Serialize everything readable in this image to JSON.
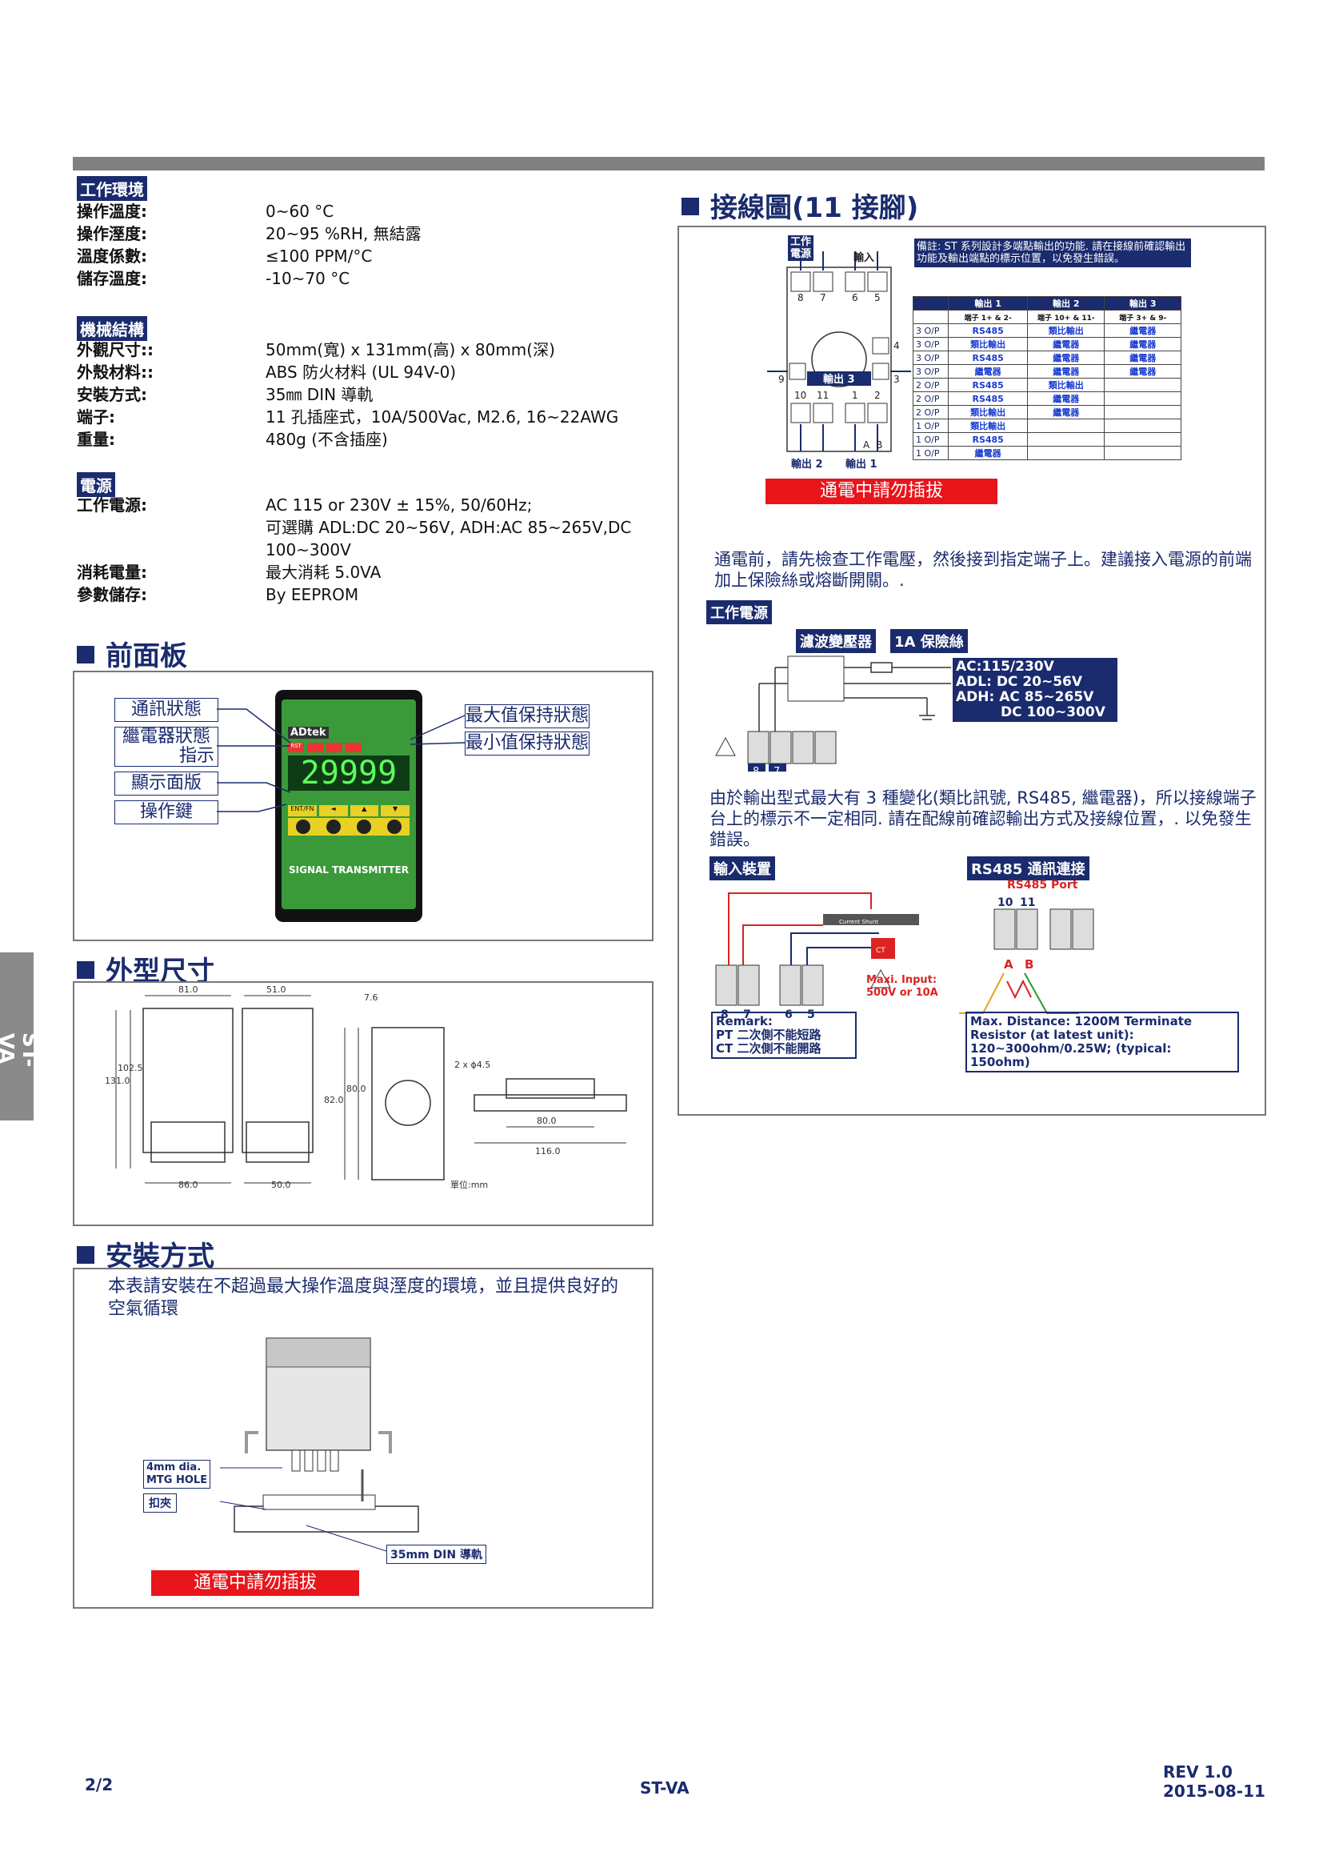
{
  "env": {
    "title": "工作環境",
    "rows": [
      {
        "k": "操作溫度:",
        "v": "0~60 °C"
      },
      {
        "k": "操作溼度:",
        "v": "20~95 %RH, 無結露"
      },
      {
        "k": "溫度係數:",
        "v": "≤100 PPM/°C"
      },
      {
        "k": "儲存溫度:",
        "v": "-10~70 °C"
      }
    ]
  },
  "mech": {
    "title": "機械結構",
    "rows": [
      {
        "k": "外觀尺寸::",
        "v": "50mm(寬) x 131mm(高) x 80mm(深)"
      },
      {
        "k": "外殼材料::",
        "v": "ABS 防火材料 (UL 94V-0)"
      },
      {
        "k": "安裝方式:",
        "v": "35㎜ DIN 導軌"
      },
      {
        "k": "端子:",
        "v": "11 孔插座式，10A/500Vac, M2.6, 16~22AWG"
      },
      {
        "k": "重量:",
        "v": "480g (不含插座)"
      }
    ]
  },
  "power": {
    "title": "電源",
    "rows": [
      {
        "k": "工作電源:",
        "v": "AC 115 or 230V ± 15%, 50/60Hz;"
      },
      {
        "k": "",
        "v": "可選購 ADL:DC 20~56V, ADH:AC 85~265V,DC 100~300V"
      },
      {
        "k": "消耗電量:",
        "v": "最大消耗 5.0VA"
      },
      {
        "k": "參數儲存:",
        "v": "By EEPROM"
      }
    ]
  },
  "front": {
    "title": "前面板",
    "labels_left": [
      "通訊狀態",
      "繼電器狀態",
      "指示",
      "顯示面版",
      "操作鍵"
    ],
    "labels_right": [
      "最大值保持狀態",
      "最小值保持狀態"
    ],
    "brand": "ADtek",
    "display": "29999",
    "keys": [
      "ENT/FN",
      "◄",
      "▲",
      "▼"
    ],
    "leds": [
      "RST",
      "",
      "",
      ""
    ],
    "footer": "SIGNAL TRANSMITTER"
  },
  "dims": {
    "title": "外型尺寸",
    "labels": [
      "81.0",
      "51.0",
      "7.6",
      "102.5",
      "131.0",
      "86.0",
      "50.0",
      "80.0",
      "82.0",
      "2 x ϕ4.5",
      "80.0",
      "116.0",
      "單位:mm"
    ]
  },
  "install": {
    "title": "安裝方式",
    "text": "本表請安裝在不超過最大操作溫度與溼度的環境，並且提供良好的空氣循環",
    "hole": "4mm dia.\nMTG HOLE",
    "hole_l1": "4mm dia.",
    "hole_l2": "MTG HOLE",
    "clip": "扣夾",
    "rail": "35mm DIN 導軌",
    "warning": "通電中請勿插拔"
  },
  "wiring": {
    "title": "接線圖(11 接腳)",
    "note": "備註: ST 系列設計多端點輸出的功能. 請在接線前確認輸出功能及輸出端點的標示位置，以免發生錯誤。",
    "pin_labels": {
      "power": "工作\n電源",
      "power_l1": "工作",
      "power_l2": "電源",
      "input": "輸入",
      "out3": "輸出 3",
      "out2": "輸出 2",
      "out1": "輸出 1",
      "a": "A",
      "b": "B"
    },
    "pins_top": [
      "8",
      "7",
      "6",
      "5"
    ],
    "pins_side": [
      "4",
      "9",
      "3"
    ],
    "pins_bottom": [
      "10",
      "11",
      "1",
      "2"
    ],
    "table": {
      "headers": [
        "",
        "輸出 1",
        "輸出 2",
        "輸出 3"
      ],
      "sub": [
        "",
        "端子 1+ & 2-",
        "端子 10+ & 11-",
        "端子 3+ & 9-"
      ],
      "rows": [
        [
          "3 O/P",
          "RS485",
          "類比輸出",
          "繼電器"
        ],
        [
          "3 O/P",
          "類比輸出",
          "繼電器",
          "繼電器"
        ],
        [
          "3 O/P",
          "RS485",
          "繼電器",
          "繼電器"
        ],
        [
          "3 O/P",
          "繼電器",
          "繼電器",
          "繼電器"
        ],
        [
          "2 O/P",
          "RS485",
          "類比輸出",
          ""
        ],
        [
          "2 O/P",
          "RS485",
          "繼電器",
          ""
        ],
        [
          "2 O/P",
          "類比輸出",
          "繼電器",
          ""
        ],
        [
          "1 O/P",
          "類比輸出",
          "",
          ""
        ],
        [
          "1 O/P",
          "RS485",
          "",
          ""
        ],
        [
          "1 O/P",
          "繼電器",
          "",
          ""
        ]
      ]
    },
    "warning": "通電中請勿插拔",
    "pre_power_text": "通電前，請先檢查工作電壓，然後接到指定端子上。建議接入電源的前端加上保險絲或熔斷開關。.",
    "power_tag": "工作電源",
    "filter_tag": "濾波變壓器",
    "fuse_tag": "1A 保險絲",
    "power_spec": [
      "AC:115/230V",
      "ADL: DC 20~56V",
      "ADH: AC 85~265V",
      "DC 100~300V"
    ],
    "power_pins": [
      "8",
      "7"
    ],
    "output_text": "由於輸出型式最大有 3 種變化(類比訊號, RS485, 繼電器)，所以接線端子台上的標示不一定相同. 請在配線前確認輸出方式及接線位置，. 以免發生錯誤。",
    "input_tag": "輸入裝置",
    "rs485_tag": "RS485 通訊連接",
    "rs485_port": "RS485 Port",
    "rs485_pins": [
      "10",
      "11"
    ],
    "input_pins": [
      "8",
      "7",
      "6",
      "5"
    ],
    "current_shunt": "Current Shunt",
    "ct": "CT",
    "max_input": [
      "Maxi. Input:",
      "500V or 10A"
    ],
    "ab": [
      "A",
      "B"
    ],
    "remark": [
      "Remark:",
      "PT 二次側不能短路",
      "CT 二次側不能開路"
    ],
    "distance": [
      "Max. Distance: 1200M Terminate",
      "Resistor (at latest unit):",
      "120~300ohm/0.25W; (typical: 150ohm)"
    ]
  },
  "side_tab": "ST-VA",
  "footer": {
    "page": "2/2",
    "model": "ST-VA",
    "rev": "REV 1.0",
    "date": "2015-08-11"
  }
}
